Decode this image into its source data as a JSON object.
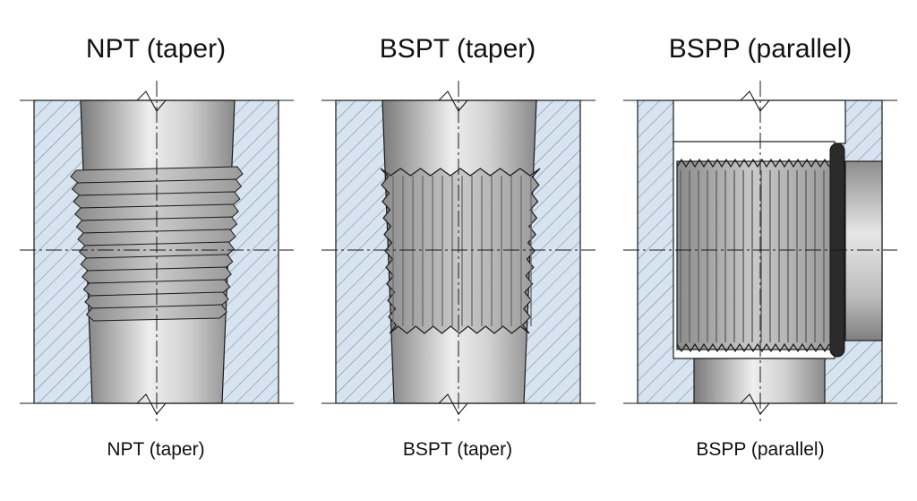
{
  "panels": [
    {
      "id": "npt",
      "title": "NPT (taper)",
      "caption": "NPT (taper)"
    },
    {
      "id": "bspt",
      "title": "BSPT (taper)",
      "caption": "BSPT (taper)"
    },
    {
      "id": "bspp",
      "title": "BSPP (parallel)",
      "caption": "BSPP (parallel)"
    }
  ],
  "colors": {
    "hatch_fill": "#d7e3ee",
    "hatch_line": "#6d8cad",
    "metal_dark": "#7d7d7d",
    "metal_light": "#e9e9e9",
    "outline": "#1a1a1a",
    "seal": "#2b2b2b"
  }
}
